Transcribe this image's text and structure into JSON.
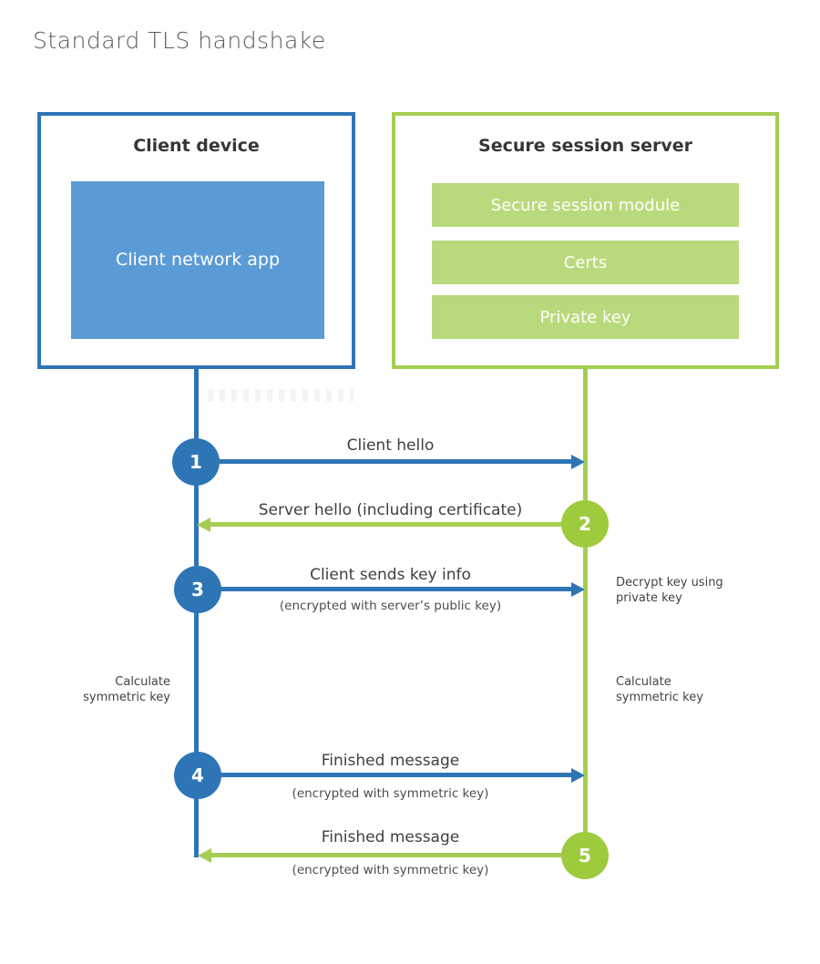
{
  "title": "Standard TLS handshake",
  "client": {
    "title": "Client device",
    "app": "Client network app"
  },
  "server": {
    "title": "Secure session server",
    "modules": [
      "Secure session module",
      "Certs",
      "Private key"
    ]
  },
  "steps": [
    {
      "num": "1",
      "direction": "client-to-server",
      "label": "Client hello",
      "sublabel": ""
    },
    {
      "num": "2",
      "direction": "server-to-client",
      "label": "Server hello (including certificate)",
      "sublabel": ""
    },
    {
      "num": "3",
      "direction": "client-to-server",
      "label": "Client sends key info",
      "sublabel": "(encrypted with server’s public key)"
    },
    {
      "num": "4",
      "direction": "client-to-server",
      "label": "Finished message",
      "sublabel": "(encrypted with symmetric key)"
    },
    {
      "num": "5",
      "direction": "server-to-client",
      "label": "Finished message",
      "sublabel": "(encrypted with symmetric key)"
    }
  ],
  "annotations": {
    "decrypt": "Decrypt key using private key",
    "calculate_left": "Calculate symmetric key",
    "calculate_right": "Calculate symmetric key"
  },
  "colors": {
    "client_blue": "#2e75b6",
    "client_fill": "#5b9bd5",
    "server_green": "#a5cd52",
    "server_circle_green": "#9ecb3e",
    "server_fill": "#b9da7c"
  }
}
